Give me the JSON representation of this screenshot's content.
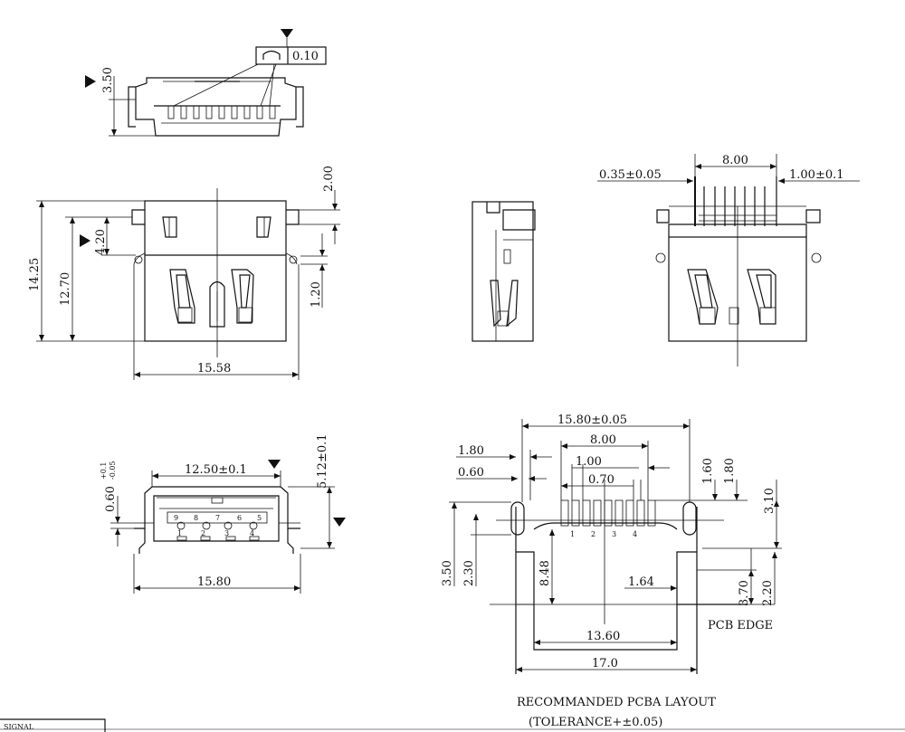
{
  "top_view": {
    "height": "3.50",
    "flatness_tol": "0.10"
  },
  "front_view": {
    "height_total": "14.25",
    "height_body": "12.70",
    "tab_offset": "4.20",
    "top_gap": "2.00",
    "side_gap": "1.20",
    "width": "15.58"
  },
  "rear_view": {
    "pin_span": "8.00",
    "pin_width": "0.35±0.05",
    "pin_pitch": "1.00±0.1"
  },
  "end_view": {
    "opening_width": "12.50±0.1",
    "height": "5.12±0.1",
    "lip": "0.60",
    "lip_tol": "+0.1",
    "lip_tol_low": "-0.05",
    "width": "15.80",
    "pin_numbers": [
      "9",
      "8",
      "7",
      "6",
      "5",
      "1",
      "2",
      "3",
      "4"
    ]
  },
  "pcb_layout": {
    "overall": "15.80±0.05",
    "pin_span": "8.00",
    "pad_edge": "1.80",
    "pad_pitch": "1.00",
    "pad_width": "0.60",
    "pad_size": "0.70",
    "row_height_a": "1.60",
    "row_height_b": "1.80",
    "row_depth": "3.10",
    "left_a": "3.50",
    "left_b": "2.30",
    "depth": "8.48",
    "slot_offset": "1.64",
    "right_a": "3.70",
    "right_b": "2.20",
    "inner_width": "13.60",
    "outer_width": "17.0",
    "pad_numbers": [
      "1",
      "2",
      "3",
      "4"
    ],
    "pcb_edge": "PCB EDGE",
    "caption": "RECOMMANDED PCBA LAYOUT",
    "tolerance": "(TOLERANCE+±0.05)"
  },
  "title_block": {
    "signal": "SIGNAL"
  }
}
